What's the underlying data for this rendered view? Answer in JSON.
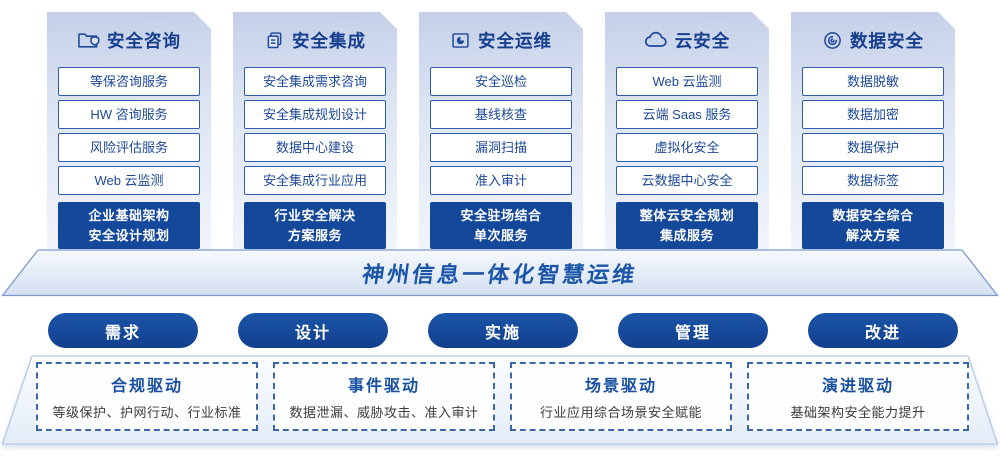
{
  "banner": {
    "title": "神州信息一体化智慧运维"
  },
  "columns": [
    {
      "title": "安全咨询",
      "icon": "folder-shield-icon",
      "items": [
        "等保咨询服务",
        "HW 咨询服务",
        "风险评估服务",
        "Web 云监测"
      ],
      "highlight": {
        "line1": "企业基础架构",
        "line2": "安全设计规划"
      }
    },
    {
      "title": "安全集成",
      "icon": "documents-icon",
      "items": [
        "安全集成需求咨询",
        "安全集成规划设计",
        "数据中心建设",
        "安全集成行业应用"
      ],
      "highlight": {
        "line1": "行业安全解决",
        "line2": "方案服务"
      }
    },
    {
      "title": "安全运维",
      "icon": "folder-chart-icon",
      "items": [
        "安全巡检",
        "基线核查",
        "漏洞扫描",
        "准入审计"
      ],
      "highlight": {
        "line1": "安全驻场结合",
        "line2": "单次服务"
      }
    },
    {
      "title": "云安全",
      "icon": "cloud-icon",
      "items": [
        "Web 云监测",
        "云端 Saas 服务",
        "虚拟化安全",
        "云数据中心安全"
      ],
      "highlight": {
        "line1": "整体云安全规划",
        "line2": "集成服务"
      }
    },
    {
      "title": "数据安全",
      "icon": "fingerprint-icon",
      "items": [
        "数据脱敏",
        "数据加密",
        "数据保护",
        "数据标签"
      ],
      "highlight": {
        "line1": "数据安全综合",
        "line2": "解决方案"
      }
    }
  ],
  "process_pills": [
    "需求",
    "设计",
    "实施",
    "管理",
    "改进"
  ],
  "drivers": [
    {
      "title": "合规驱动",
      "desc": "等级保护、护网行动、行业标准"
    },
    {
      "title": "事件驱动",
      "desc": "数据泄漏、威胁攻击、准入审计"
    },
    {
      "title": "场景驱动",
      "desc": "行业应用综合场景安全赋能"
    },
    {
      "title": "演进驱动",
      "desc": "基础架构安全能力提升"
    }
  ],
  "colors": {
    "deep_blue": "#14489b",
    "border_blue": "#2f5cab",
    "text_blue": "#1c4898",
    "banner_text_blue": "#1b55a8",
    "panel_gradient_top": "#c4cfe8",
    "panel_gradient_bottom": "#f1f5fb"
  }
}
